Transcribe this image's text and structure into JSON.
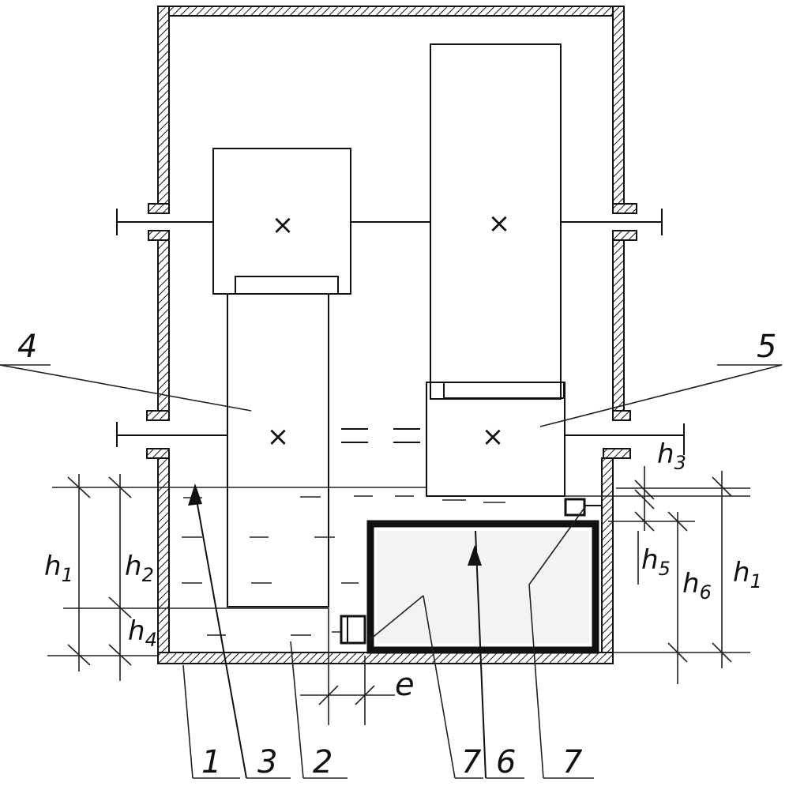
{
  "labels": {
    "part_1": "1",
    "part_2": "2",
    "part_3": "3",
    "part_4": "4",
    "part_5": "5",
    "part_6": "6",
    "part_7a": "7",
    "part_7b": "7",
    "dim_h1_left": "h",
    "dim_h1_left_sub": "1",
    "dim_h2": "h",
    "dim_h2_sub": "2",
    "dim_h3": "h",
    "dim_h3_sub": "3",
    "dim_h4": "h",
    "dim_h4_sub": "4",
    "dim_h5": "h",
    "dim_h5_sub": "5",
    "dim_h6": "h",
    "dim_h6_sub": "6",
    "dim_h1_right": "h",
    "dim_h1_right_sub": "1",
    "dim_e": "e",
    "gear_mark_1": "×",
    "gear_mark_2": "×",
    "gear_mark_3": "×",
    "gear_mark_4": "×"
  }
}
